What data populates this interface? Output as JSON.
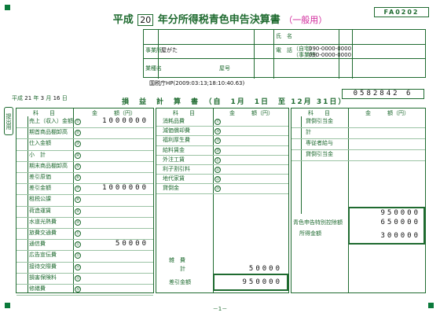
{
  "form_code": "FA0202",
  "title": {
    "prefix": "平成",
    "year": "20",
    "main": "年分所得税青色申告決算書",
    "subtitle": "（一般用）"
  },
  "header": {
    "name_label": "氏　名",
    "phone_label": "電　話",
    "phone_home_label": "（自宅）",
    "phone_work_label": "（事業所）",
    "phone_home_value": "090-0000-0000",
    "phone_work_value": "090-0000-0000",
    "business_label": "事業所",
    "business_name_label": "業種名",
    "store_name_value": "屋がた",
    "shop_label": "屋号"
  },
  "footnote": "国税庁HP(2009:03:13;18:10:40.63)",
  "sub_header": {
    "era": "平成",
    "year": "21",
    "year_unit": "年",
    "month": "3",
    "month_unit": "月",
    "day": "16",
    "day_unit": "日"
  },
  "statement_title": "損　益　計　算　書　（自　1月　1日　至 12月 31日）",
  "ref_number": "0582842 6",
  "side_tab": "提出用",
  "left_panel": {
    "column_header_item": "科　　目",
    "column_header_amount": "金　　　額（円）",
    "rows": [
      {
        "no": "①",
        "label": "売上（収入）金額",
        "value": "1000000"
      },
      {
        "no": "②",
        "label": "期首商品棚卸高",
        "value": ""
      },
      {
        "no": "③",
        "label": "仕入金額",
        "value": ""
      },
      {
        "no": "④",
        "label": "小　計",
        "value": ""
      },
      {
        "no": "⑤",
        "label": "期末商品棚卸高",
        "value": ""
      },
      {
        "no": "⑥",
        "label": "差引原価",
        "value": ""
      },
      {
        "no": "⑦",
        "label": "差引金額",
        "value": "1000000"
      },
      {
        "no": "⑧",
        "label": "租税公課",
        "value": ""
      },
      {
        "no": "⑨",
        "label": "荷造運賃",
        "value": ""
      },
      {
        "no": "⑩",
        "label": "水道光熱費",
        "value": ""
      },
      {
        "no": "⑪",
        "label": "旅費交通費",
        "value": ""
      },
      {
        "no": "⑫",
        "label": "通信費",
        "value": "50000"
      },
      {
        "no": "⑬",
        "label": "広告宣伝費",
        "value": ""
      },
      {
        "no": "⑭",
        "label": "接待交際費",
        "value": ""
      },
      {
        "no": "⑮",
        "label": "損害保険料",
        "value": ""
      },
      {
        "no": "⑯",
        "label": "修繕費",
        "value": ""
      }
    ]
  },
  "mid_panel": {
    "column_header_item": "科　　目",
    "column_header_amount": "金　　　額（円）",
    "rows": [
      {
        "no": "⑰",
        "label": "消耗品費",
        "value": ""
      },
      {
        "no": "⑱",
        "label": "減価償却費",
        "value": ""
      },
      {
        "no": "⑲",
        "label": "福利厚生費",
        "value": ""
      },
      {
        "no": "⑳",
        "label": "給料賃金",
        "value": ""
      },
      {
        "no": "㉑",
        "label": "外注工賃",
        "value": ""
      },
      {
        "no": "㉒",
        "label": "利子割引料",
        "value": ""
      },
      {
        "no": "㉓",
        "label": "地代家賃",
        "value": ""
      },
      {
        "no": "㉔",
        "label": "貸倒金",
        "value": ""
      }
    ],
    "misc_label": "雑　費",
    "total_label": "計",
    "total_value": "50000",
    "net_label": "差引金額",
    "net_value": "950000"
  },
  "right_panel": {
    "column_header_item": "科　　目",
    "column_header_amount": "金　　　額（円）",
    "rows": [
      {
        "no": "",
        "label": "貸倒引当金",
        "value": ""
      },
      {
        "no": "",
        "label": "計",
        "value": ""
      },
      {
        "no": "",
        "label": "専従者給与",
        "value": ""
      },
      {
        "no": "",
        "label": "貸倒引当金",
        "value": ""
      }
    ],
    "value_a": "950000",
    "value_b": "650000",
    "value_b_label": "青色申告特別控除額",
    "value_c": "300000",
    "value_c_label": "所得金額"
  },
  "page_number": "－1－"
}
